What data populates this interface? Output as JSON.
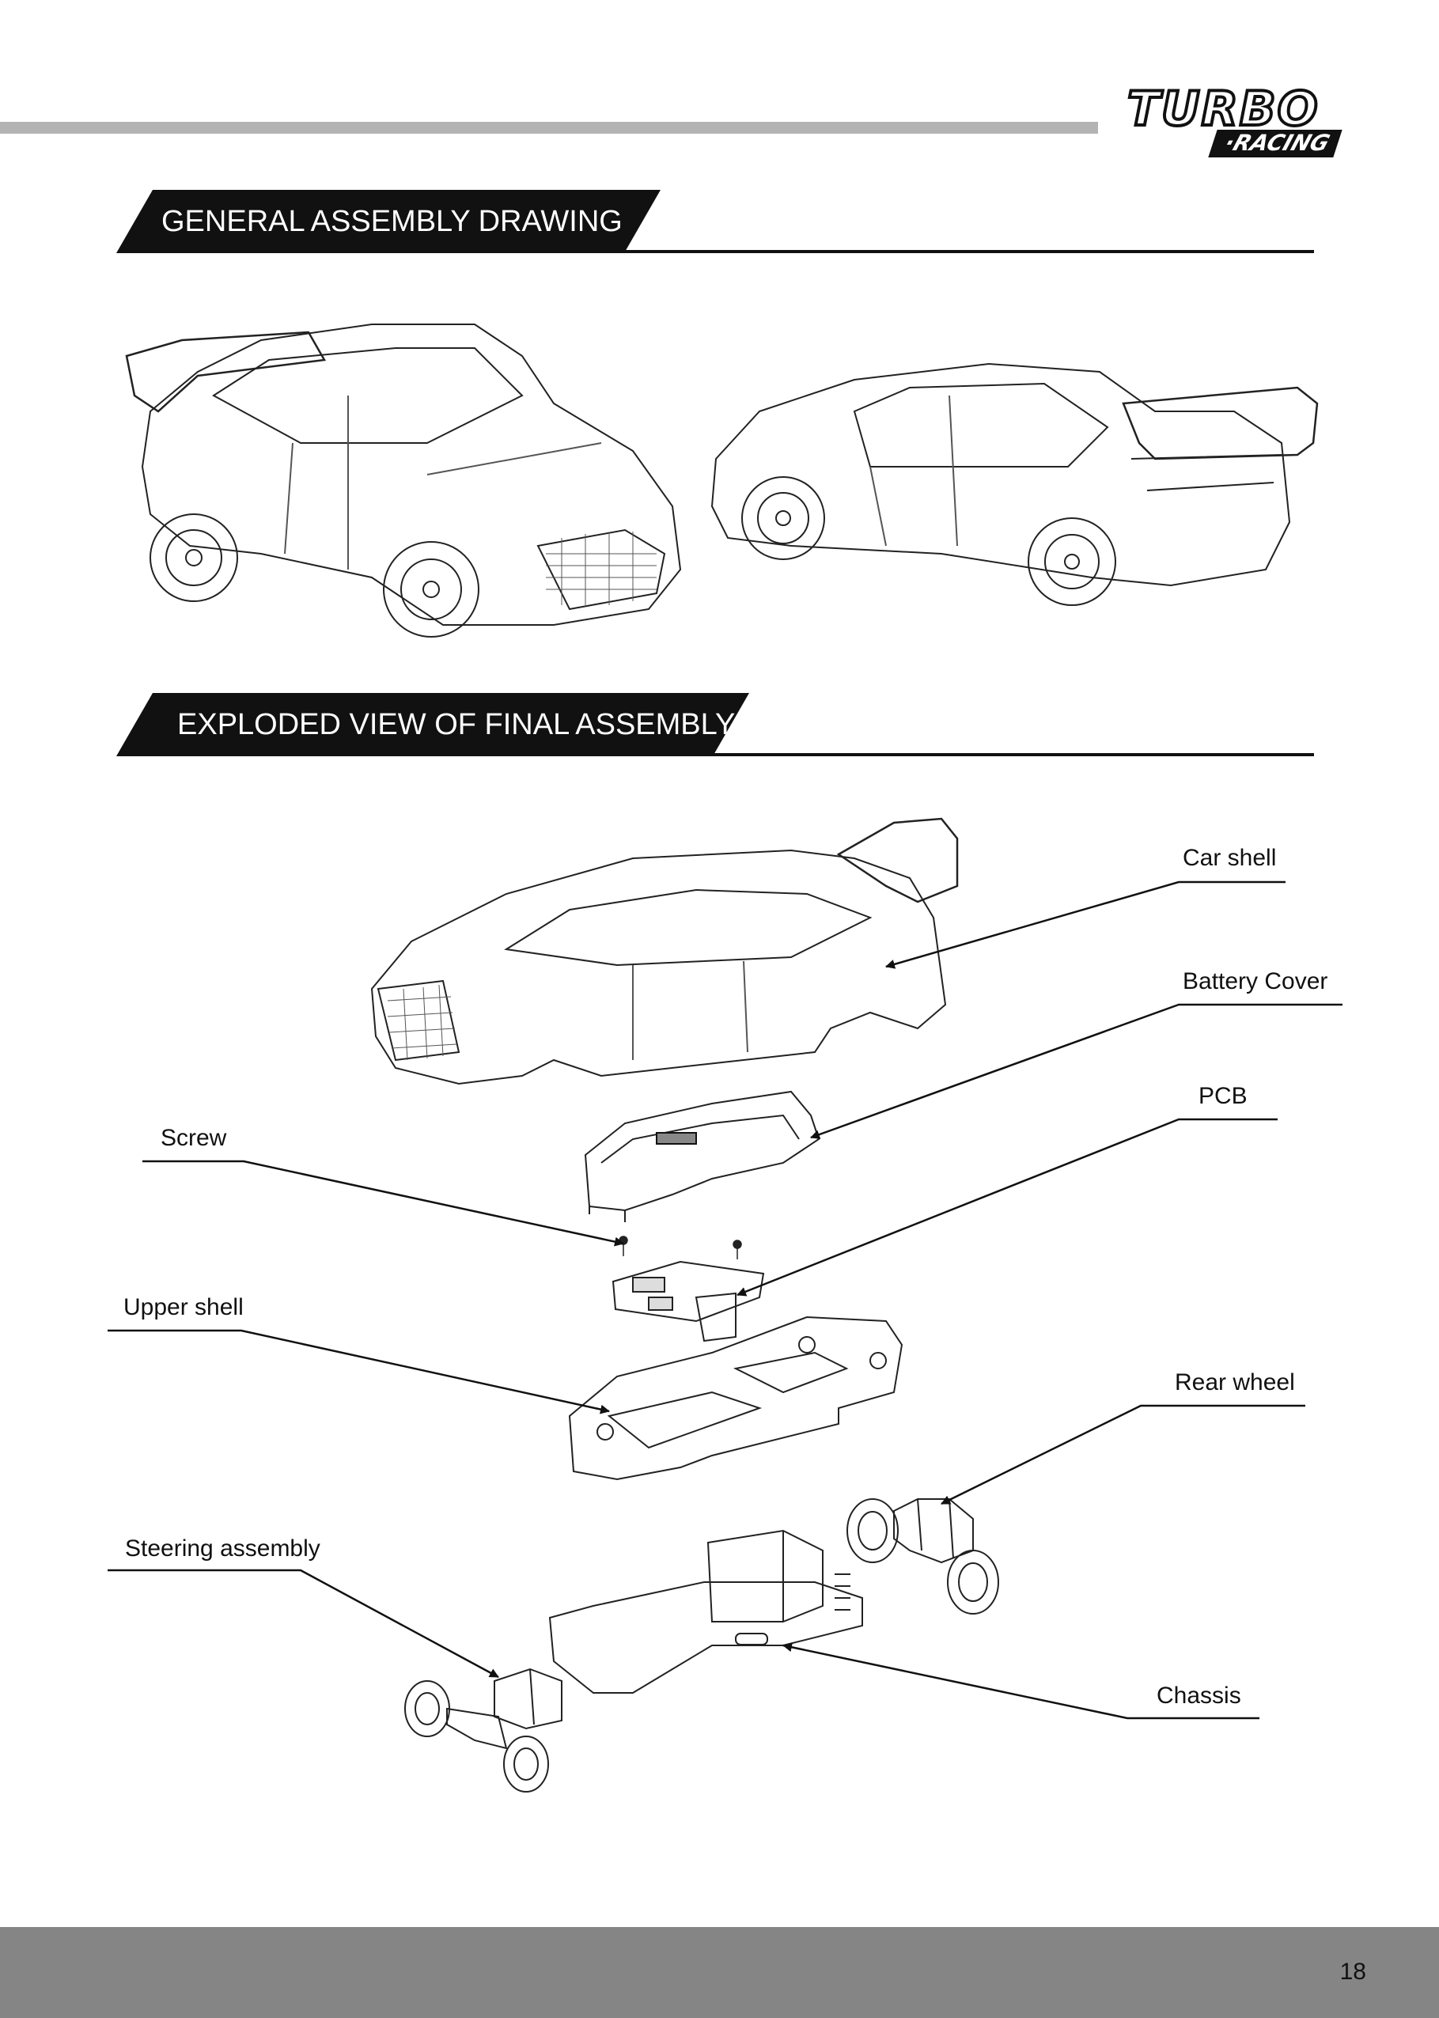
{
  "header": {
    "logo_line1": "TURBO",
    "logo_line2": "·RACING"
  },
  "sections": {
    "general": {
      "title": "GENERAL ASSEMBLY DRAWING"
    },
    "exploded": {
      "title": "EXPLODED VIEW OF FINAL ASSEMBLY"
    }
  },
  "callouts": {
    "car_shell": "Car shell",
    "battery_cover": "Battery Cover",
    "pcb": "PCB",
    "screw": "Screw",
    "upper_shell": "Upper shell",
    "rear_wheel": "Rear wheel",
    "steering_assembly": "Steering assembly",
    "chassis": "Chassis"
  },
  "footer": {
    "page_number": "18"
  }
}
